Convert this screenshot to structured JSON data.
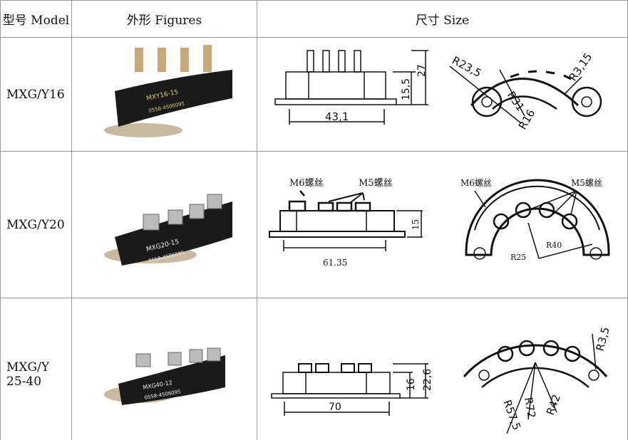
{
  "header": {
    "model": "型号 Model",
    "figures": "外形 Figures",
    "size": "尺寸 Size"
  },
  "rows": [
    {
      "model": "MXG/Y16",
      "photo_label": "MXY16-15",
      "photo_phone": "0558-4506095",
      "dims": {
        "width": "43,1",
        "h1": "15,5",
        "h2": "27",
        "r1": "R23,5",
        "r2": "R31",
        "r3": "R16",
        "r4": "R3,15"
      }
    },
    {
      "model": "MXG/Y20",
      "photo_label": "MXG20-15",
      "photo_phone": "0558-4506095",
      "dims": {
        "width": "61.35",
        "h1": "15",
        "m6": "M6螺丝",
        "m5": "M5螺丝",
        "r1": "R25",
        "r2": "R40"
      }
    },
    {
      "model_line1": "MXG/Y",
      "model_line2": "25-40",
      "photo_label": "MXG40-12",
      "photo_phone": "0558-4506095",
      "dims": {
        "width": "70",
        "h1": "16",
        "h2": "22,6",
        "r1": "R57,5",
        "r2": "R72",
        "r3": "R42",
        "r4": "R3,5"
      }
    }
  ]
}
